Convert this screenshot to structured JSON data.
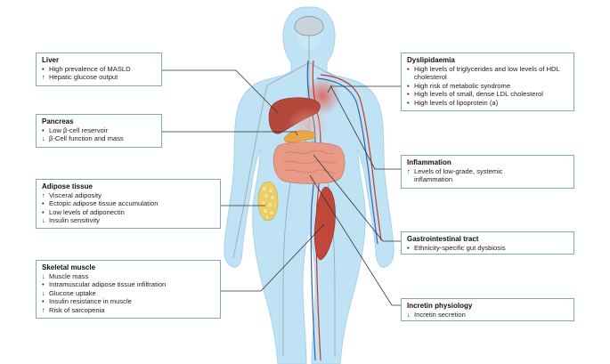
{
  "boxes": [
    {
      "id": "liver",
      "title": "Liver",
      "items": [
        {
          "marker": "•",
          "text": "High prevalence of MASLD"
        },
        {
          "marker": "↑",
          "text": "Hepatic glucose output"
        }
      ]
    },
    {
      "id": "pancreas",
      "title": "Pancreas",
      "items": [
        {
          "marker": "•",
          "text": "Low β-cell reservoir"
        },
        {
          "marker": "↓",
          "text": "β-Cell function and mass"
        }
      ]
    },
    {
      "id": "adipose",
      "title": "Adipose tissue",
      "items": [
        {
          "marker": "↑",
          "text": "Visceral adiposity"
        },
        {
          "marker": "•",
          "text": "Ectopic adipose tissue accumulation"
        },
        {
          "marker": "•",
          "text": "Low levels of adiponectin"
        },
        {
          "marker": "↓",
          "text": "Insulin sensitivity"
        }
      ]
    },
    {
      "id": "muscle",
      "title": "Skeletal muscle",
      "items": [
        {
          "marker": "↓",
          "text": "Muscle mass"
        },
        {
          "marker": "•",
          "text": "Intramuscular adipose tissue infiltration"
        },
        {
          "marker": "↓",
          "text": "Glucose uptake"
        },
        {
          "marker": "•",
          "text": "Insulin resistance in muscle"
        },
        {
          "marker": "↑",
          "text": "Risk of sarcopenia"
        }
      ]
    },
    {
      "id": "dyslipidaemia",
      "title": "Dyslipidaemia",
      "items": [
        {
          "marker": "•",
          "text": "High levels of triglycerides and low levels of HDL cholesterol"
        },
        {
          "marker": "•",
          "text": "High risk of metabolic syndrome"
        },
        {
          "marker": "•",
          "text": "High levels of small, dense LDL cholesterol"
        },
        {
          "marker": "•",
          "text": "High levels of lipoprotein (a)"
        }
      ]
    },
    {
      "id": "inflammation",
      "title": "Inflammation",
      "items": [
        {
          "marker": "↑",
          "text": "Levels of low-grade, systemic inflammation"
        }
      ]
    },
    {
      "id": "gi",
      "title": "Gastrointestinal tract",
      "items": [
        {
          "marker": "•",
          "text": "Ethnicity-specific gut dysbiosis"
        }
      ]
    },
    {
      "id": "incretin",
      "title": "Incretin physiology",
      "items": [
        {
          "marker": "↓",
          "text": "Incretin secretion"
        }
      ]
    }
  ],
  "colors": {
    "body": "#bfe2f4",
    "body_outline": "#a9d3ea",
    "box_border": "#7fa6c6",
    "leader": "#333333",
    "liver": "#b5483a",
    "pancreas": "#e8a648",
    "intestine": "#e99a86",
    "muscle": "#c1473a",
    "adipose": "#efd067",
    "artery": "#c8352b",
    "vein": "#3a62a7",
    "nerve": "#9eabb5"
  }
}
